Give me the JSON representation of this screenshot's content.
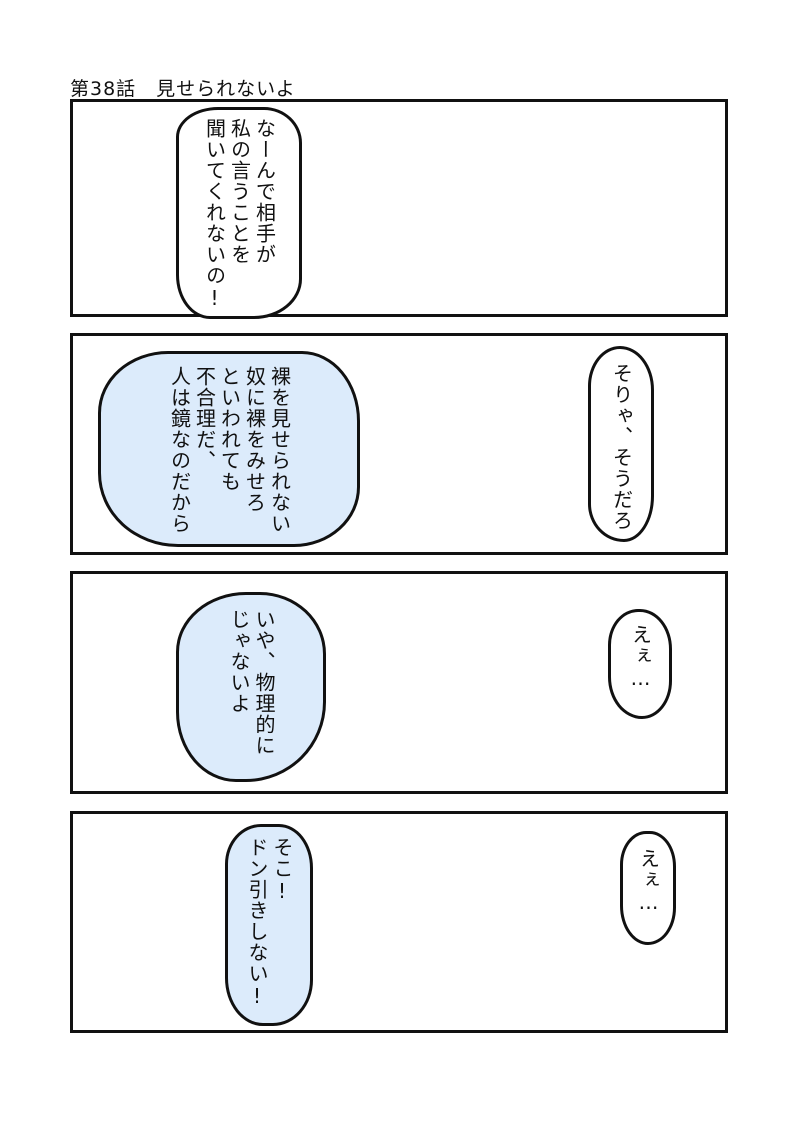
{
  "title": "第38話　見せられないよ",
  "panels": [
    {
      "bubbles": [
        {
          "text": "なーんで相手が\n私の言うことを\n聞いてくれないの!"
        }
      ]
    },
    {
      "bubbles": [
        {
          "text": "裸を見せられない\n奴に裸をみせろ\nといわれても\n不合理だ、\n人は鏡なのだから"
        },
        {
          "text": "そりゃ、そうだろ"
        }
      ]
    },
    {
      "bubbles": [
        {
          "text": "いや、物理的に\nじゃないよ"
        },
        {
          "text": "えぇ…"
        }
      ]
    },
    {
      "bubbles": [
        {
          "text": "そこ!\nドン引きしない!"
        },
        {
          "text": "えぇ…"
        }
      ]
    }
  ],
  "colors": {
    "bubble_blue": "#dcebfb",
    "ink": "#111111",
    "paper": "#ffffff"
  }
}
